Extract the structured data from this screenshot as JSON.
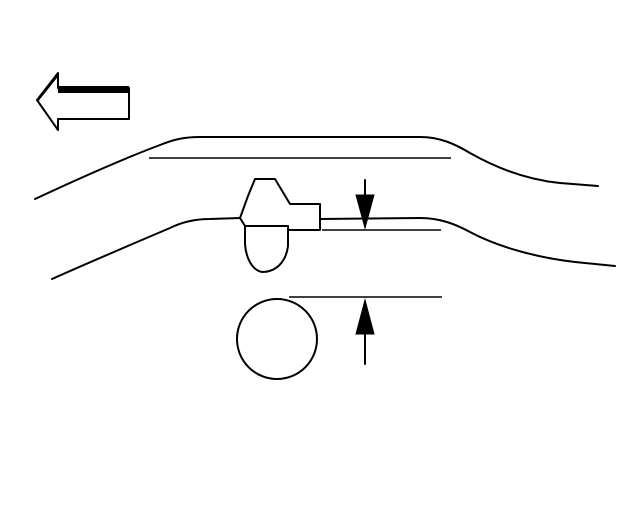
{
  "diagram": {
    "background": "#ffffff",
    "stroke_color": "#000000",
    "parts": [
      "direction-arrow-icon",
      "body-panel-upper-contour",
      "body-panel-lower-contour",
      "reference-line-top",
      "reference-line-mid",
      "reference-line-bottom",
      "clip-fastener",
      "circular-reference-mark",
      "measurement-arrow-down-icon",
      "measurement-arrow-up-icon"
    ]
  }
}
